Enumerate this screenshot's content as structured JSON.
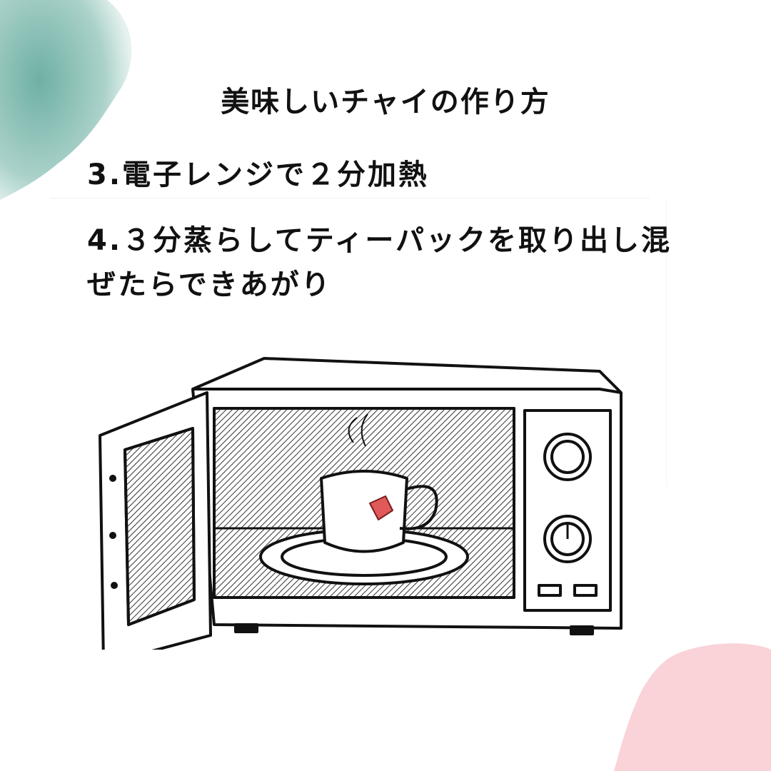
{
  "title": "美味しいチャイの作り方",
  "steps": [
    {
      "text": "3.電子レンジで２分加熱"
    },
    {
      "text": "4.３分蒸らしてティーパックを取り出し混ぜたらできあがり"
    }
  ],
  "colors": {
    "teal_blob": "#7fb8ad",
    "pink_blob": "#f9d3d8",
    "tea_tag": "#e05a5a"
  }
}
